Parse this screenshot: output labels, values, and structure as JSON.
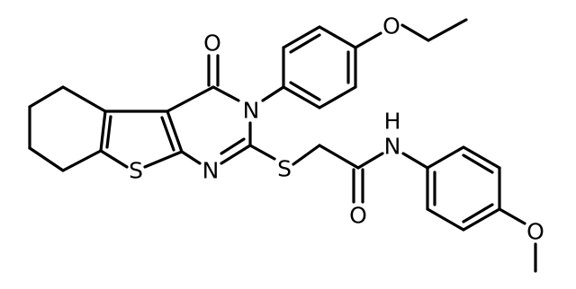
{
  "molecule": {
    "atom_labels": {
      "carbonyl_oxygen": "O",
      "pyrimidine_n3": "N",
      "pyrimidine_n1": "N",
      "thiophene_sulfur": "S",
      "thioether_sulfur": "S",
      "ethoxy_oxygen": "O",
      "amide_nitrogen": "N",
      "amide_hydrogen": "H",
      "amide_oxygen": "O",
      "methoxy_oxygen": "O"
    }
  },
  "colors": {
    "bond": "#000000",
    "background": "#ffffff"
  }
}
